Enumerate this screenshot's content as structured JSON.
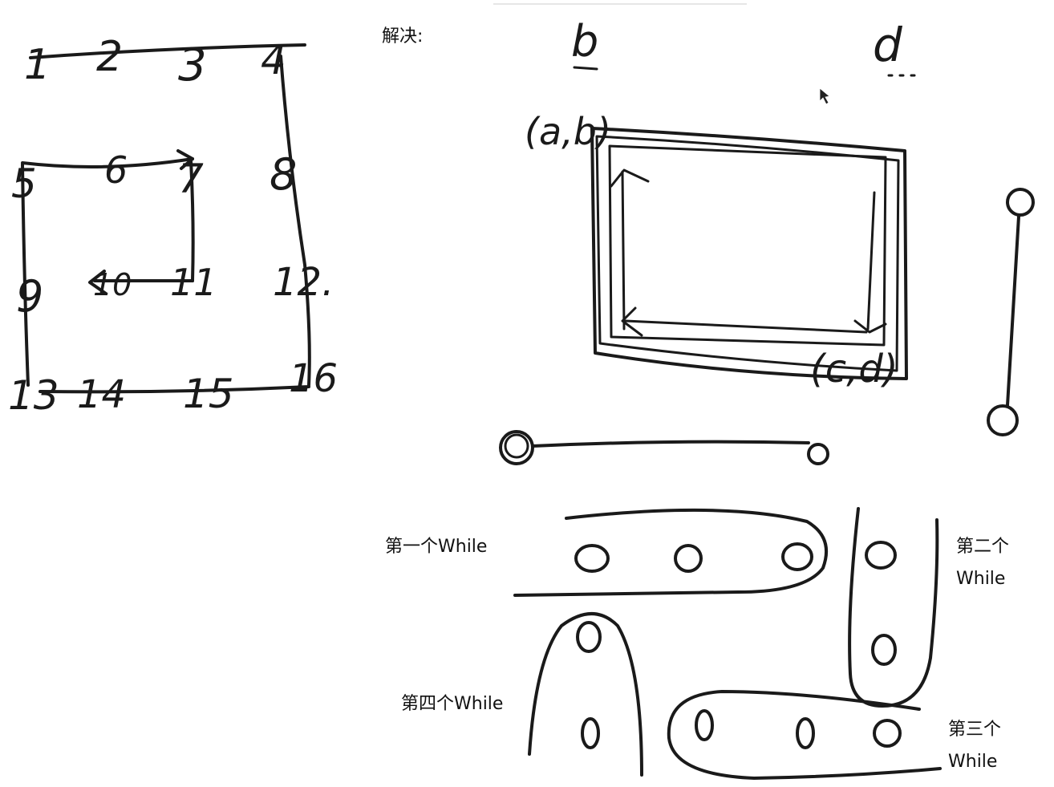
{
  "matrix_numbers": [
    "1",
    "2",
    "3",
    "4",
    "5",
    "6",
    "7",
    "8",
    "9",
    "10",
    "11",
    "12.",
    "13",
    "14",
    "15",
    "16"
  ],
  "solve_heading": "解决:",
  "corner_labels": {
    "top_col": "b",
    "right_col": "d",
    "top_left": "(a,b)",
    "bottom_right": "(c,d)"
  },
  "while_labels": {
    "first": "第一个While",
    "second_line1": "第二个",
    "second_line2": "While",
    "third_line1": "第三个",
    "third_line2": "While",
    "fourth": "第四个While"
  },
  "colors": {
    "ink": "#1a1a1a",
    "background": "#ffffff"
  }
}
